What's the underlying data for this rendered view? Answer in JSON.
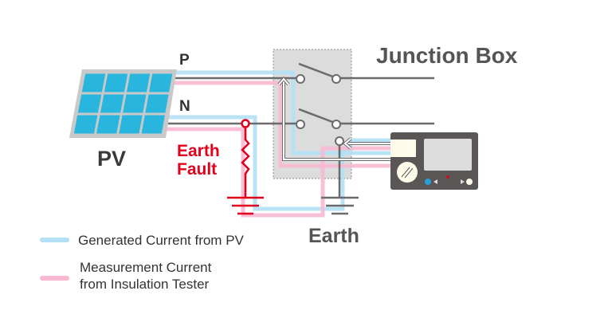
{
  "labels": {
    "junction_box": "Junction Box",
    "pv": "PV",
    "p": "P",
    "n": "N",
    "earth_fault_line1": "Earth",
    "earth_fault_line2": "Fault",
    "earth": "Earth"
  },
  "legend": [
    {
      "label_lines": [
        "Generated Current from PV"
      ],
      "color": "#b3e0f5"
    },
    {
      "label_lines": [
        "Measurement Current",
        "from Insulation Tester"
      ],
      "color": "#f7b8d2"
    }
  ],
  "colors": {
    "generated_current": "#b3e0f5",
    "measurement_current": "#f7b8d2",
    "wire": "#6b6b6b",
    "fault": "#e3001b",
    "panel_cell": "#29b6de",
    "panel_frame": "#c9c9c9",
    "junction_box_fill": "#dcdcdc",
    "tester_body": "#5a5656",
    "text_dark": "#4a4a4a",
    "text_black": "#333333"
  }
}
